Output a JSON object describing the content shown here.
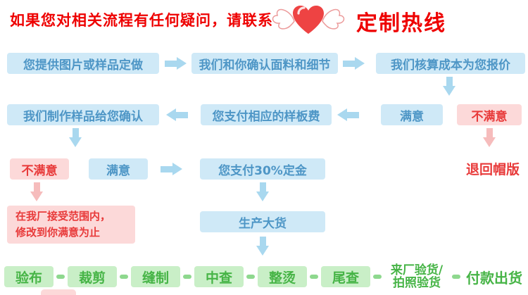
{
  "header": {
    "contact_text": "如果您对相关流程有任何疑问，请联系",
    "hotline_text": "定制热线",
    "heart_icon": "heart-with-wings"
  },
  "flow": {
    "step_provide": "您提供图片或样品定做",
    "step_confirm": "我们和你确认面料和细节",
    "step_quote": "我们核算成本为您报价",
    "quote_satisfied": "满意",
    "quote_unsatisfied": "不满意",
    "return_cap": "退回帽版",
    "step_make_sample": "我们制作样品给您确认",
    "step_sample_fee": "您支付相应的样板费",
    "sample_unsatisfied": "不满意",
    "sample_satisfied": "满意",
    "revise_line1": "在我厂接受范围内，",
    "revise_line2": "修改到你满意为止",
    "step_deposit": "您支付30%定金",
    "step_production": "生产大货"
  },
  "production_line": {
    "steps": [
      "验布",
      "裁剪",
      "缝制",
      "中查",
      "整烫",
      "尾查"
    ],
    "inspect_line1": "来厂验货/",
    "inspect_line2": "拍照验货",
    "payment_ship": "付款出货"
  },
  "colors": {
    "header_red": "#ee0000",
    "blue_bg": "#cfe9f7",
    "blue_text": "#4e96c6",
    "arrow_blue": "#a9d8ef",
    "pink_bg": "#fcd9d9",
    "red_text": "#e83a3a",
    "arrow_pink": "#f6bcbc",
    "green_bg": "#c9efc7",
    "green_text": "#46b446",
    "green_dash": "#8ed88e"
  }
}
